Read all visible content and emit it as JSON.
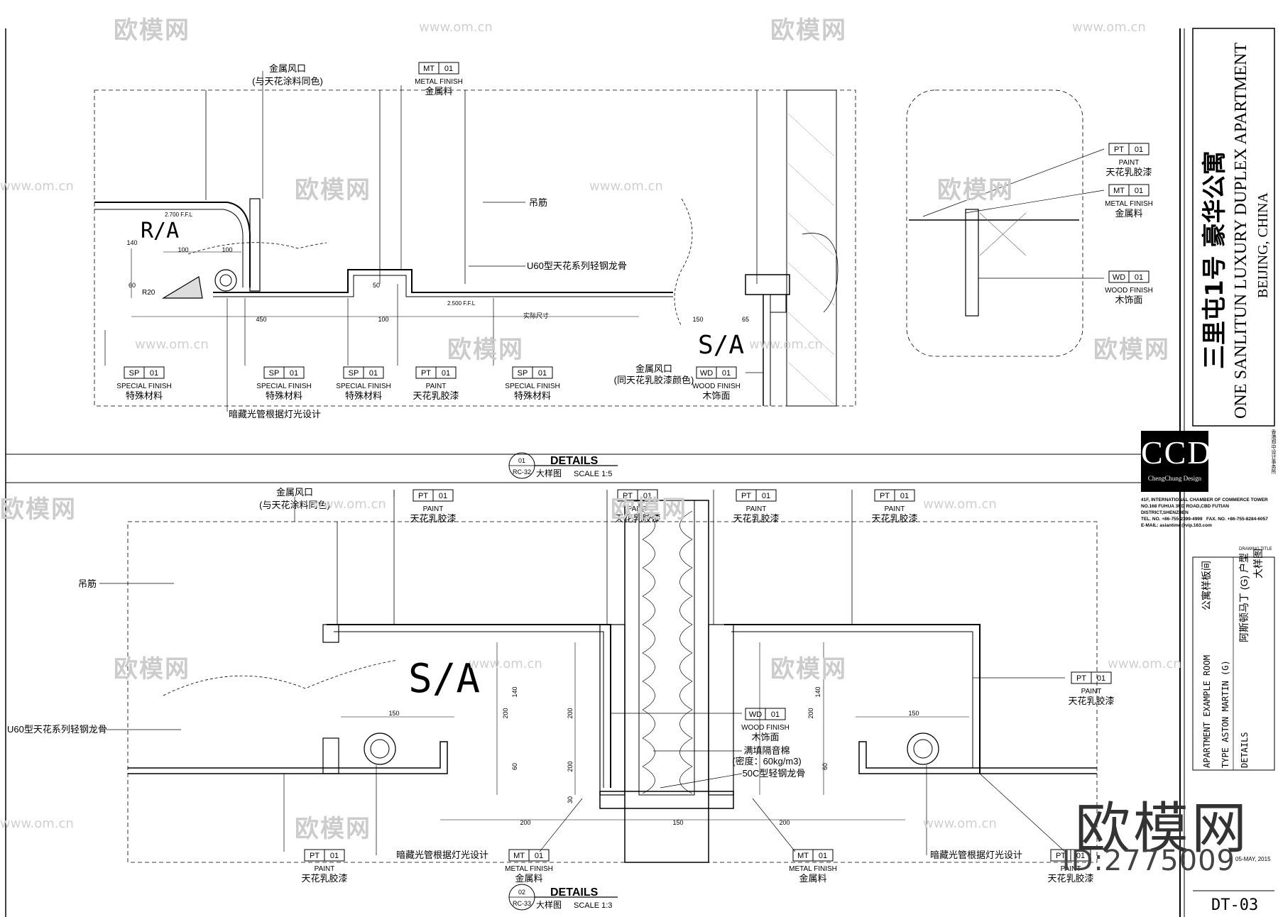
{
  "project": {
    "name_cn": "三里屯1号 豪华公寓",
    "name_en": "ONE SANLITUN LUXURY DUPLEX APARTMENT",
    "location": "BEIJING, CHINA"
  },
  "firm": {
    "logo": "CCD",
    "tagline": "ChengChung Design",
    "name_cn": "香港郑中设计事务所",
    "address_1": "41F, INTERNATIONAL CHAMBER OF COMMERCE TOWER",
    "address_2": "NO.168 FUHUA 3RD ROAD,CBD FUTIAN DISTRICT,SHENZHEN",
    "tel": "TEL. NO. +86-755-2399-4999",
    "fax": "FAX. NO. +86-755-8284-6057",
    "email": "E-MAIL: asiantime@vip.163.com"
  },
  "drawing_title": {
    "label": "DRAWING TITLE",
    "cn_1": "公寓样板间",
    "cn_2": "阿斯顿马丁 (G) 户型",
    "cn_3": "大样图",
    "en_1": "APARTMENT EXAMPLE ROOM",
    "en_2": "TYPE ASTON MARTIN (G)",
    "en_3": "DETAILS"
  },
  "date": "05-MAY, 2015",
  "sheet_no": "DT-03",
  "watermark": {
    "brand": "欧模网",
    "url": "www.om.cn",
    "big": "欧模网",
    "id": "ID:2775009"
  },
  "detail_01": {
    "num": "01",
    "ref": "RC-32",
    "title": "DETAILS",
    "subtitle": "大样图",
    "scale": "SCALE  1:5",
    "ra": "R/A",
    "sa": "S/A",
    "notes": {
      "vent_top": "金属风口",
      "vent_top_2": "(与天花涂料同色)",
      "hanger": "吊筋",
      "keel": "U60型天花系列轻钢龙骨",
      "vent_bottom": "金属风口",
      "vent_bottom_2": "(同天花乳胶漆颜色)",
      "lighting": "暗藏光管根据灯光设计",
      "actual": "实际尺寸",
      "ffl_1": "2.700 F.F.L",
      "ffl_2": "2.500 F.F.L",
      "r20": "R20"
    },
    "dims": [
      "450",
      "100",
      "100",
      "100",
      "140",
      "60",
      "50",
      "150",
      "65"
    ],
    "tags": [
      {
        "code": "MT",
        "num": "01",
        "en": "METAL FINISH",
        "cn": "金属料"
      },
      {
        "code": "SP",
        "num": "01",
        "en": "SPECIAL FINISH",
        "cn": "特殊材料"
      },
      {
        "code": "SP",
        "num": "01",
        "en": "SPECIAL FINISH",
        "cn": "特殊材料"
      },
      {
        "code": "SP",
        "num": "01",
        "en": "SPECIAL FINISH",
        "cn": "特殊材料"
      },
      {
        "code": "PT",
        "num": "01",
        "en": "PAINT",
        "cn": "天花乳胶漆"
      },
      {
        "code": "SP",
        "num": "01",
        "en": "SPECIAL FINISH",
        "cn": "特殊材料"
      },
      {
        "code": "WD",
        "num": "01",
        "en": "WOOD FINISH",
        "cn": "木饰面"
      },
      {
        "code": "PT",
        "num": "01",
        "en": "PAINT",
        "cn": "天花乳胶漆"
      },
      {
        "code": "MT",
        "num": "01",
        "en": "METAL FINISH",
        "cn": "金属料"
      },
      {
        "code": "WD",
        "num": "01",
        "en": "WOOD FINISH",
        "cn": "木饰面"
      }
    ]
  },
  "detail_02": {
    "num": "02",
    "ref": "RC-33",
    "title": "DETAILS",
    "subtitle": "大样图",
    "scale": "SCALE  1:3",
    "sa": "S/A",
    "notes": {
      "vent_top": "金属风口",
      "vent_top_2": "(与天花涂料同色)",
      "hanger": "吊筋",
      "keel": "U60型天花系列轻钢龙骨",
      "insul": "满填隔音棉",
      "insul_2": "(密度：60kg/m3)",
      "stud": "50C型轻钢龙骨",
      "lighting_l": "暗藏光管根据灯光设计",
      "lighting_r": "暗藏光管根据灯光设计"
    },
    "dims": [
      "150",
      "140",
      "200",
      "60",
      "200",
      "30",
      "200",
      "150",
      "200",
      "140",
      "200",
      "60",
      "150",
      "200"
    ],
    "tags": [
      {
        "code": "PT",
        "num": "01",
        "en": "PAINT",
        "cn": "天花乳胶漆"
      },
      {
        "code": "PT",
        "num": "01",
        "en": "PAINT",
        "cn": "天花乳胶漆"
      },
      {
        "code": "PT",
        "num": "01",
        "en": "PAINT",
        "cn": "天花乳胶漆"
      },
      {
        "code": "PT",
        "num": "01",
        "en": "PAINT",
        "cn": "天花乳胶漆"
      },
      {
        "code": "PT",
        "num": "01",
        "en": "PAINT",
        "cn": "天花乳胶漆"
      },
      {
        "code": "WD",
        "num": "01",
        "en": "WOOD FINISH",
        "cn": "木饰面"
      },
      {
        "code": "PT",
        "num": "01",
        "en": "PAINT",
        "cn": "天花乳胶漆"
      },
      {
        "code": "MT",
        "num": "01",
        "en": "METAL FINISH",
        "cn": "金属料"
      },
      {
        "code": "MT",
        "num": "01",
        "en": "METAL FINISH",
        "cn": "金属料"
      },
      {
        "code": "PT",
        "num": "01",
        "en": "PAINT",
        "cn": "天花乳胶漆"
      }
    ]
  }
}
